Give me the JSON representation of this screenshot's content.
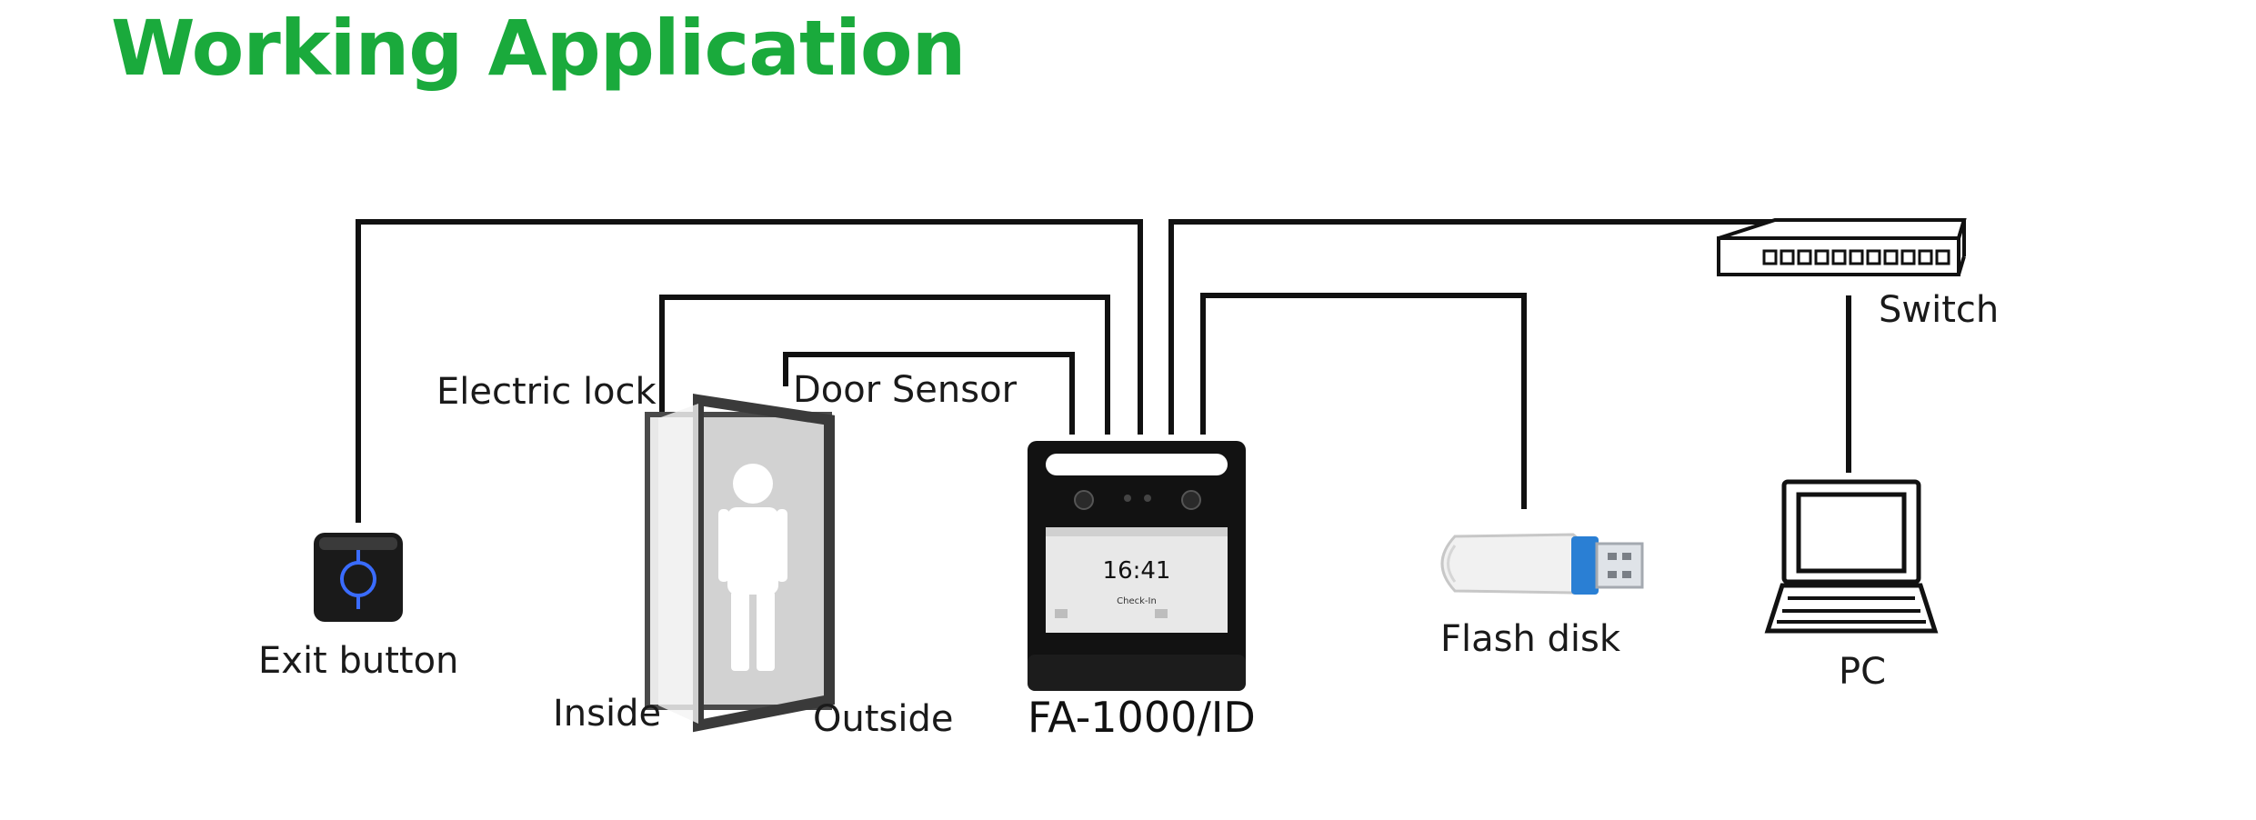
{
  "title": "Working Application",
  "colors": {
    "title": "#1aaa3c",
    "wire": "#111111",
    "device_body": "#121212",
    "usb_blue": "#2a7fd4"
  },
  "labels": {
    "exit_button": "Exit button",
    "electric_lock": "Electric lock",
    "door_sensor": "Door Sensor",
    "inside": "Inside",
    "outside": "Outside",
    "device_model": "FA-1000/ID",
    "flash_disk": "Flash disk",
    "switch": "Switch",
    "pc": "PC"
  },
  "screen": {
    "time": "16:41",
    "status": "Check-In"
  },
  "icons": {
    "exit_button": "exit-button-icon",
    "door": "door-icon",
    "person": "person-icon",
    "terminal": "face-terminal-icon",
    "usb": "usb-flash-disk-icon",
    "switch": "network-switch-icon",
    "pc": "laptop-icon"
  }
}
